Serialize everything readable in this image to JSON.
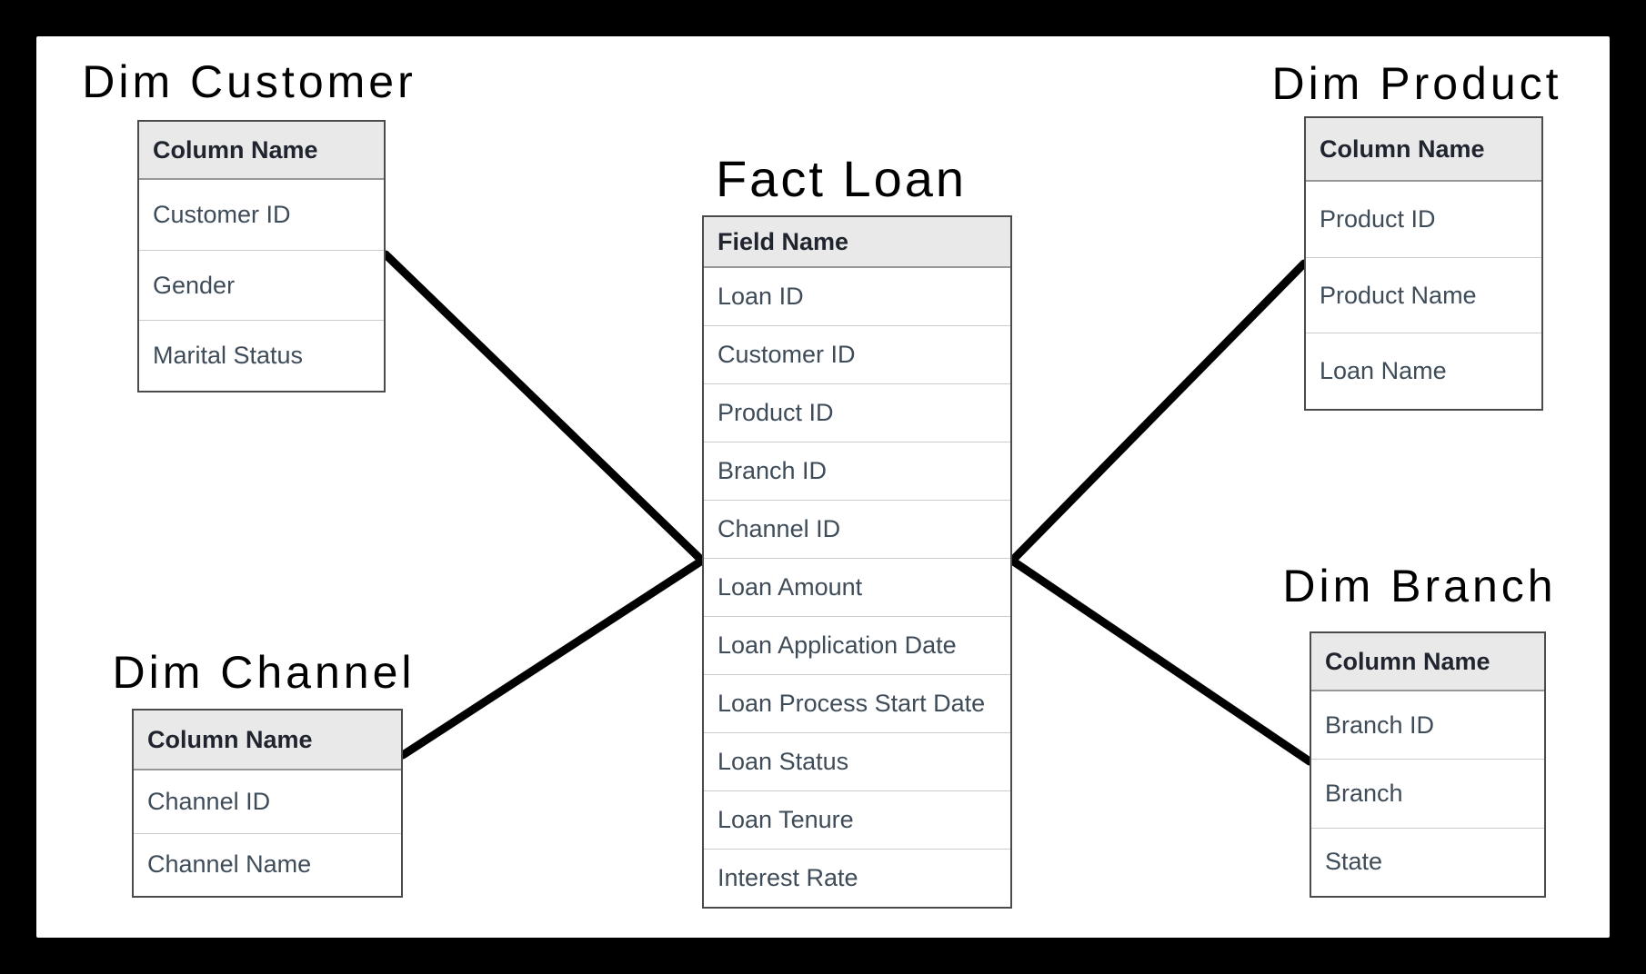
{
  "tables": {
    "customer": {
      "title": "Dim Customer",
      "header": "Column Name",
      "rows": [
        "Customer ID",
        "Gender",
        "Marital Status"
      ]
    },
    "channel": {
      "title": "Dim Channel",
      "header": "Column Name",
      "rows": [
        "Channel ID",
        "Channel Name"
      ]
    },
    "fact": {
      "title": "Fact Loan",
      "header": "Field Name",
      "rows": [
        "Loan ID",
        "Customer ID",
        "Product ID",
        "Branch ID",
        "Channel ID",
        "Loan Amount",
        "Loan Application Date",
        "Loan Process Start Date",
        "Loan Status",
        "Loan Tenure",
        "Interest Rate"
      ]
    },
    "product": {
      "title": "Dim Product",
      "header": "Column Name",
      "rows": [
        "Product ID",
        "Product Name",
        "Loan Name"
      ]
    },
    "branch": {
      "title": "Dim Branch",
      "header": "Column Name",
      "rows": [
        "Branch ID",
        "Branch",
        "State"
      ]
    }
  },
  "relationships": [
    {
      "from": "Dim Customer",
      "to": "Fact Loan"
    },
    {
      "from": "Dim Channel",
      "to": "Fact Loan"
    },
    {
      "from": "Dim Product",
      "to": "Fact Loan"
    },
    {
      "from": "Dim Branch",
      "to": "Fact Loan"
    }
  ],
  "colors": {
    "frame_background": "#000000",
    "canvas_background": "#ffffff",
    "table_header_fill": "#e9e9e9",
    "table_outer_border": "#4b4b4b",
    "header_divider": "#979797",
    "row_divider": "#cbcbcb",
    "header_text": "#1f242e",
    "row_text": "#3e4c59",
    "title_text": "#000000",
    "relationship_line": "#000000"
  }
}
